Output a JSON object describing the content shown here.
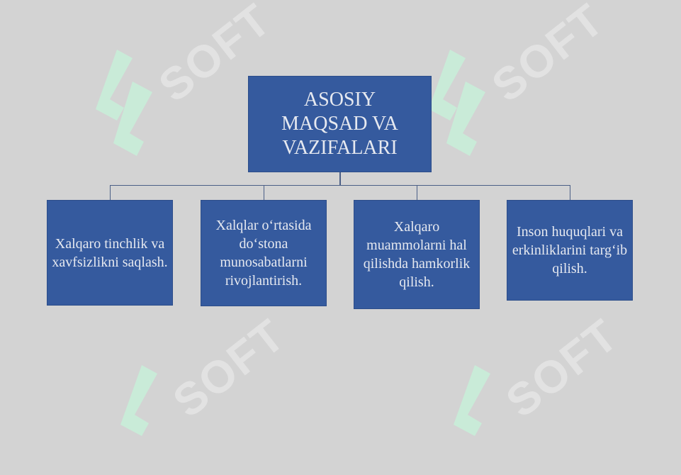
{
  "diagram": {
    "root": {
      "label": "ASOSIY MAQSAD VA VAZIFALARI"
    },
    "children": [
      {
        "label": "Xalqaro tinchlik va xavfsizlikni saqlash."
      },
      {
        "label": "Xalqlar o‘rtasida do‘stona munosabatlarni rivojlantirish."
      },
      {
        "label": "Xalqaro muammolarni hal qilishda hamkorlik qilish."
      },
      {
        "label": "Inson huquqlari va erkinliklarini targ‘ib qilish."
      }
    ]
  },
  "colors": {
    "background": "#d3d3d3",
    "box_fill": "#355a9e",
    "box_text": "#e6e9f0",
    "connector": "#4b5f86",
    "watermark_logo": "#c8ecd8"
  },
  "watermark": {
    "text": "SOFT",
    "icon": "soft-logo-icon"
  }
}
